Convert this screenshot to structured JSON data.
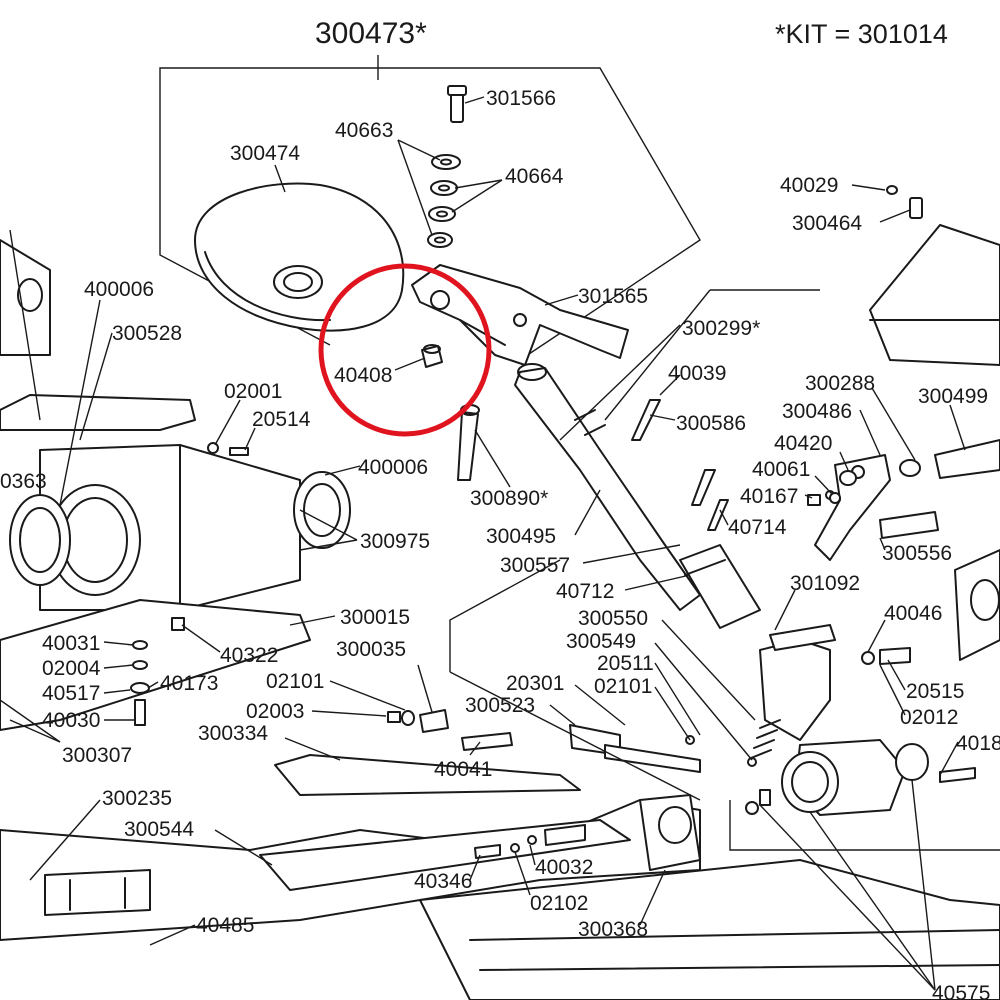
{
  "diagram": {
    "title": "300473*",
    "kit_note": "*KIT = 301014",
    "highlight_color": "#e0141e",
    "line_color": "#1a1a1a",
    "highlighted_part": "40408",
    "callouts": [
      "301566",
      "40663",
      "40664",
      "300474",
      "301565",
      "40408",
      "300890*",
      "400006",
      "300528",
      "02001",
      "20514",
      "0363",
      "400006",
      "300975",
      "300015",
      "40322",
      "40031",
      "02004",
      "40173",
      "40517",
      "40030",
      "300307",
      "300035",
      "02101",
      "02003",
      "300334",
      "40041",
      "300235",
      "300544",
      "40485",
      "40346",
      "40032",
      "02102",
      "300368",
      "20301",
      "300523",
      "300550",
      "300549",
      "20511",
      "02101",
      "300495",
      "300557",
      "40712",
      "300299*",
      "40039",
      "300586",
      "40029",
      "300464",
      "300288",
      "300486",
      "300499",
      "40420",
      "40061",
      "40167",
      "40714",
      "300556",
      "301092",
      "40046",
      "20515",
      "02012",
      "4018",
      "40575"
    ]
  }
}
